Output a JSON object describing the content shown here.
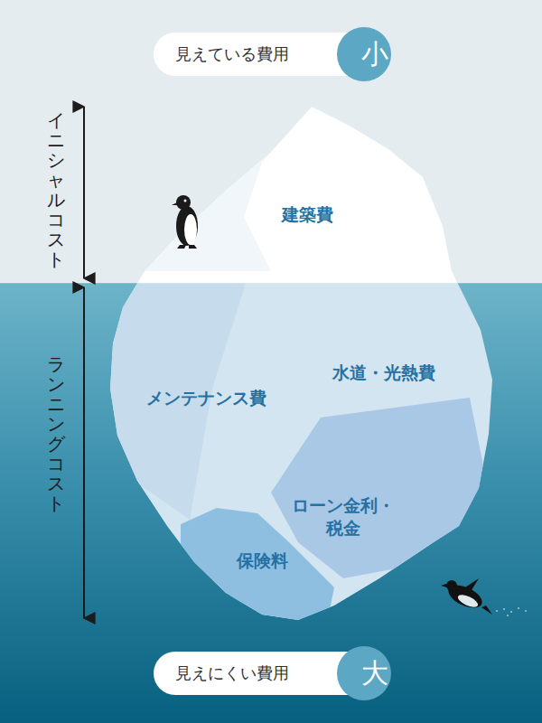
{
  "diagram": {
    "nodes": [
      {
        "text": [
          "見えている費用"
        ]
      },
      {
        "text": [
          "小"
        ],
        "in": 0
      },
      {
        "text": [
          "建築費"
        ]
      },
      {
        "text": [
          "メンテナンス費"
        ]
      },
      {
        "text": [
          "水道・光熱費"
        ]
      },
      {
        "text": [
          "ローン金利・ 税金"
        ]
      },
      {
        "text": [
          "保険料"
        ]
      },
      {
        "text": [
          "見えにくい費用"
        ]
      },
      {
        "text": [
          "大"
        ],
        "in": 7
      }
    ],
    "labels": [
      "イニシャルコスト",
      "ランニングコスト"
    ]
  }
}
